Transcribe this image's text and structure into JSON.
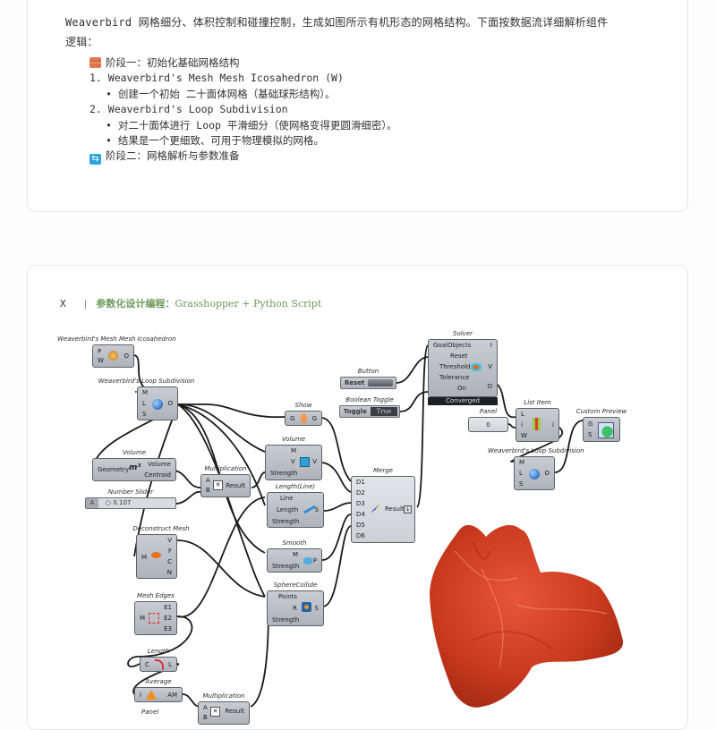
{
  "intro": {
    "line1": "Weaverbird 网格细分、体积控制和碰撞控制，生成如图所示有机形态的网格结构。下面按数据流详细解析组件",
    "line2": "逻辑："
  },
  "steps": [
    {
      "icon": "brick-icon",
      "text": "阶段一：初始化基础网格结构",
      "level": 0
    },
    {
      "text": "1.  Weaverbird's Mesh Mesh Icosahedron (W)",
      "level": 1
    },
    {
      "text": "• 创建一个初始 二十面体网格（基础球形结构）。",
      "level": 2
    },
    {
      "text": "2.  Weaverbird's Loop Subdivision",
      "level": 1
    },
    {
      "text": "• 对二十面体进行 Loop 平滑细分（使网格变得更圆滑细密）。",
      "level": 2
    },
    {
      "text": "• 结果是一个更细致、可用于物理模拟的网格。",
      "level": 2
    },
    {
      "icon": "cycle-icon",
      "text": "阶段二：网格解析与参数准备",
      "level": 0
    }
  ],
  "figure_header": {
    "marker": "X",
    "separator": "|",
    "title_cn": "参数化设计编程：",
    "title_en": "Grasshopper + Python Script"
  },
  "colors": {
    "accent_green": "#6e9a5c",
    "mesh_red": "#c8381c",
    "card_border": "#e6e8ee"
  },
  "nodes": {
    "icosahedron": {
      "title": "Weaverbird's Mesh Mesh Icosahedron",
      "inputs": [
        "P",
        "W"
      ],
      "outputs": [
        "O"
      ]
    },
    "loop1": {
      "title": "Weaverbird's Loop Subdivision",
      "inputs": [
        "M",
        "L",
        "S"
      ],
      "outputs": [
        "O"
      ]
    },
    "volume1": {
      "title": "Volume",
      "inputs": [
        "Geometry"
      ],
      "outputs": [
        "Volume",
        "Centroid"
      ]
    },
    "slider": {
      "title": "Number Slider",
      "label": "A",
      "value": "0.107"
    },
    "mult1": {
      "title": "Multiplication",
      "inputs": [
        "A",
        "B"
      ],
      "outputs": [
        "Result"
      ]
    },
    "show": {
      "title": "Show",
      "inputs": [
        "G"
      ],
      "outputs": [
        "G"
      ]
    },
    "volume2": {
      "title": "Volume",
      "inputs": [
        "M",
        "V",
        "Strength"
      ],
      "outputs": [
        "V"
      ]
    },
    "lengthline": {
      "title": "Length(Line)",
      "inputs": [
        "Line",
        "Length",
        "Strength"
      ],
      "outputs": [
        "S"
      ]
    },
    "smooth": {
      "title": "Smooth",
      "inputs": [
        "M",
        "Strength"
      ],
      "outputs": [
        "P"
      ]
    },
    "spherecollide": {
      "title": "SphereCollide",
      "inputs": [
        "Points",
        "R",
        "Strength"
      ],
      "outputs": [
        "S"
      ]
    },
    "merge": {
      "title": "Merge",
      "inputs": [
        "D1",
        "D2",
        "D3",
        "D4",
        "D5",
        "D6"
      ],
      "outputs": [
        "Result"
      ]
    },
    "deconstruct": {
      "title": "Deconstruct Mesh",
      "inputs": [
        "M"
      ],
      "outputs": [
        "V",
        "F",
        "C",
        "N"
      ]
    },
    "meshedges": {
      "title": "Mesh Edges",
      "inputs": [
        "M"
      ],
      "outputs": [
        "E1",
        "E2",
        "E3"
      ]
    },
    "length": {
      "title": "Length",
      "inputs": [
        "C"
      ],
      "outputs": [
        "L"
      ]
    },
    "average": {
      "title": "Average",
      "inputs": [
        "I"
      ],
      "outputs": [
        "AM"
      ]
    },
    "mult2": {
      "title": "Multiplication",
      "inputs": [
        "A",
        "B"
      ],
      "outputs": [
        "Result"
      ]
    },
    "panel_bottom": {
      "title": "Panel"
    },
    "button": {
      "title": "Button",
      "label": "Reset"
    },
    "toggle": {
      "title": "Boolean Toggle",
      "label": "Toggle",
      "value": "True"
    },
    "solver": {
      "title": "Solver",
      "inputs": [
        "GoalObjects",
        "Reset",
        "Threshold",
        "Tolerance",
        "On"
      ],
      "outputs": [
        "I",
        "V",
        "O"
      ],
      "status": "Converged"
    },
    "panel": {
      "title": "Panel",
      "value": "0"
    },
    "listitem": {
      "title": "List Item",
      "inputs": [
        "L",
        "i",
        "W"
      ],
      "outputs": [
        "i"
      ]
    },
    "loop2": {
      "title": "Weaverbird's Loop Subdivision",
      "inputs": [
        "M",
        "L",
        "S"
      ],
      "outputs": [
        "O"
      ]
    },
    "preview": {
      "title": "Custom Preview",
      "inputs": [
        "G",
        "S"
      ]
    }
  }
}
